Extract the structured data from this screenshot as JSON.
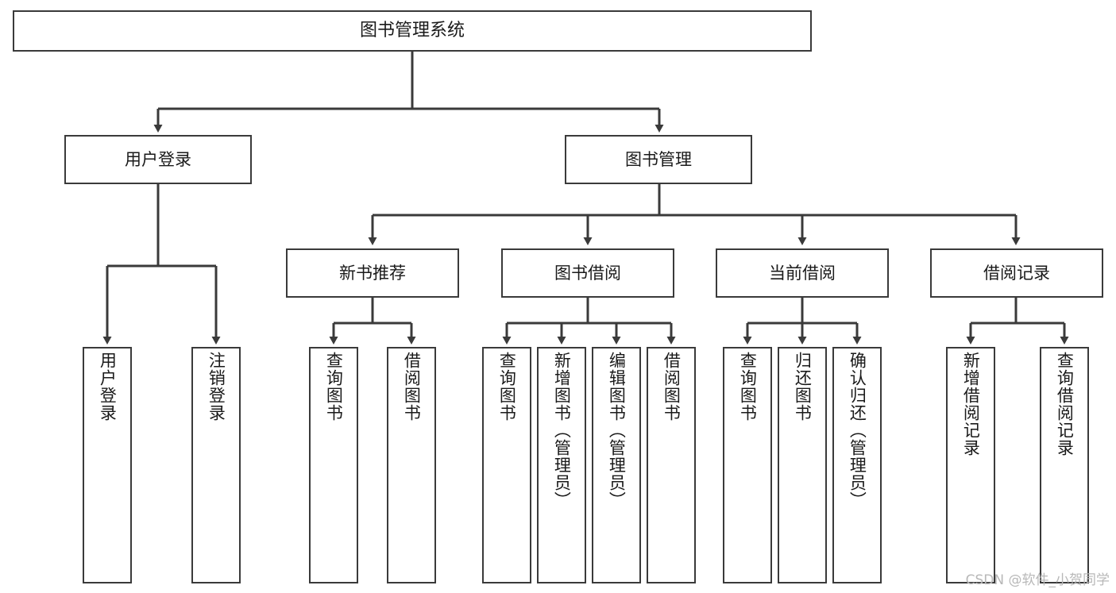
{
  "diagram": {
    "title": "图书管理系统",
    "watermark": "CSDN @软件_小贺同学",
    "stroke_color": "#3a3a3a",
    "background_color": "#ffffff",
    "text_color": "#1a1a1a"
  },
  "nodes": {
    "root": {
      "label": "图书管理系统"
    },
    "level2": [
      {
        "label": "用户登录"
      },
      {
        "label": "图书管理"
      }
    ],
    "level3": [
      {
        "label": "新书推荐"
      },
      {
        "label": "图书借阅"
      },
      {
        "label": "当前借阅"
      },
      {
        "label": "借阅记录"
      }
    ],
    "leaves": {
      "user_login": [
        {
          "label": "用户登录"
        },
        {
          "label": "注销登录"
        }
      ],
      "new_book_recommend": [
        {
          "label": "查询图书"
        },
        {
          "label": "借阅图书"
        }
      ],
      "book_borrow": [
        {
          "label": "查询图书"
        },
        {
          "label": "新增图书（管理员）"
        },
        {
          "label": "编辑图书（管理员）"
        },
        {
          "label": "借阅图书"
        }
      ],
      "current_borrow": [
        {
          "label": "查询图书"
        },
        {
          "label": "归还图书"
        },
        {
          "label": "确认归还（管理员）"
        }
      ],
      "borrow_record": [
        {
          "label": "新增借阅记录"
        },
        {
          "label": "查询借阅记录"
        }
      ]
    }
  }
}
